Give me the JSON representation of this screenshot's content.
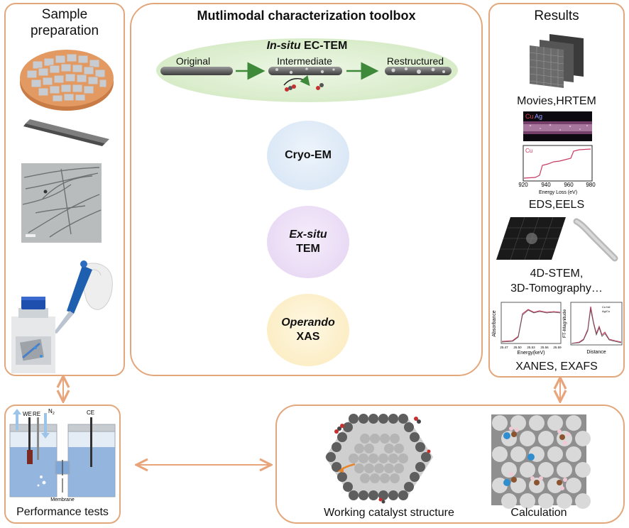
{
  "left": {
    "title_line1": "Sample",
    "title_line2": "preparation"
  },
  "toolbox": {
    "title": "Mutlimodal characterization toolbox",
    "insitu": {
      "label_italic": "In-situ",
      "label_rest": " EC-TEM",
      "stage1": "Original",
      "stage2": "Intermediate",
      "stage3": "Restructured"
    },
    "cryo": "Cryo-EM",
    "exsitu": {
      "line1": "Ex-situ",
      "line2": "TEM"
    },
    "operando": {
      "line1": "Operando",
      "line2": "XAS"
    }
  },
  "results": {
    "title": "Results",
    "movies": "Movies,HRTEM",
    "eds_labels": {
      "cu": "Cu",
      "ag": "Ag"
    },
    "eels": {
      "element": "Cu",
      "xlabel": "Energy Loss (eV)",
      "ticks": [
        "920",
        "940",
        "960",
        "980"
      ]
    },
    "eds_eels": "EDS,EELS",
    "stem_line1": "4D-STEM,",
    "stem_line2": "3D-Tomography…",
    "xanes": {
      "ylabel": "Absorbance",
      "xlabel": "Energy(keV)",
      "ticks": [
        "25.47",
        "25.50",
        "25.53",
        "25.56",
        "25.59"
      ]
    },
    "exafs": {
      "ylabel": "FT-Magnitude",
      "xlabel": "Distance",
      "legend": [
        "Cu foil",
        "Ag/Cu"
      ]
    },
    "xanes_exafs": "XANES, EXAFS"
  },
  "performance": {
    "title": "Performance tests",
    "we": "WE",
    "re": "RE",
    "n2": "N",
    "n2_sub": "2",
    "ce": "CE",
    "membrane": "Membrane"
  },
  "bottom": {
    "working": "Working catalyst structure",
    "calculation": "Calculation"
  },
  "colors": {
    "border": "#e3a77c",
    "arrow": "#e8a47a",
    "green_arrow": "#3f8a3a",
    "cryo": "#d3e3f4",
    "exsitu": "#e4d2f2",
    "operando": "#fbe9b8",
    "ellipse": "#d8ecc9"
  }
}
